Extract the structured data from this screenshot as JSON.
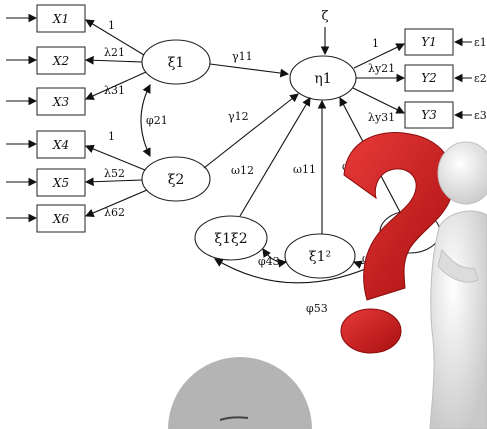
{
  "observed_x": [
    "X1",
    "X2",
    "X3",
    "X4",
    "X5",
    "X6"
  ],
  "observed_y": [
    "Y1",
    "Y2",
    "Y3"
  ],
  "errors_y": [
    "ε1",
    "ε2",
    "ε3"
  ],
  "latents": {
    "xi1": "ξ1",
    "xi2": "ξ2",
    "eta1": "η1",
    "xi1xi2": "ξ1ξ2",
    "xi1sq": "ξ1²",
    "zeta": "ζ"
  },
  "loadings_x": [
    "1",
    "λ21",
    "λ31",
    "1",
    "λ52",
    "λ62"
  ],
  "loadings_y": [
    "1",
    "λy21",
    "λy31"
  ],
  "paths": {
    "gamma11": "γ11",
    "gamma12": "γ12",
    "omega12": "ω12",
    "omega11": "ω11",
    "phi21": "φ21",
    "phi43": "φ43",
    "phi53": "φ53"
  },
  "overlay": {
    "question_mark_color": "#d42020",
    "figure_color": "#ececec",
    "bottom_circle_color": "#b4b4b4"
  }
}
